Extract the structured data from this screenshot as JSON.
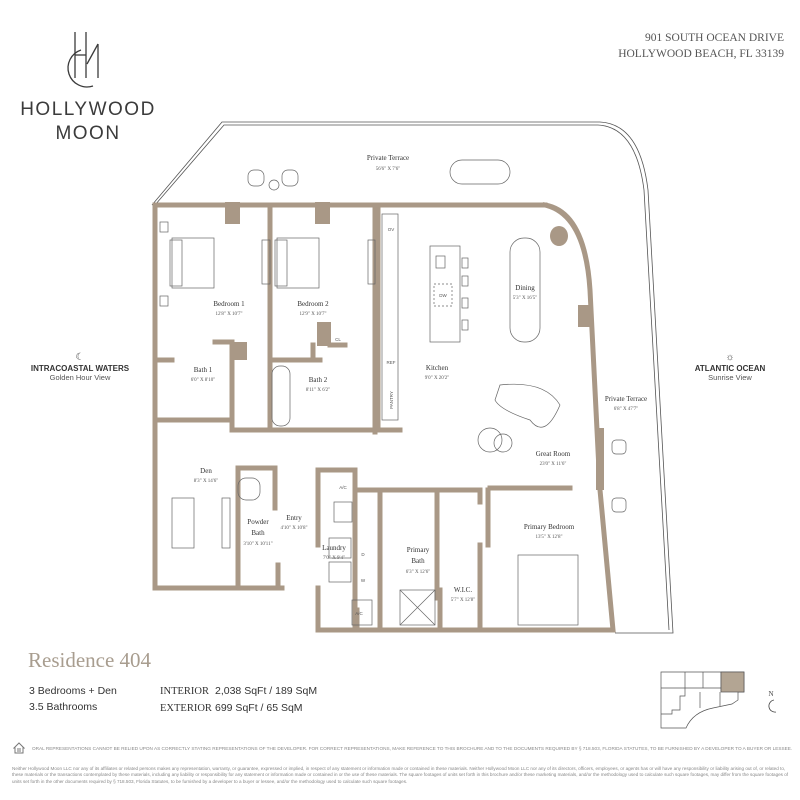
{
  "brand": {
    "name_line1": "HOLLYWOOD",
    "name_line2": "MOON",
    "monogram": "HM"
  },
  "address": {
    "line1": "901 SOUTH OCEAN DRIVE",
    "line2": "HOLLYWOOD BEACH, FL 33139"
  },
  "views": {
    "west": {
      "icon": "crescent-moon-icon",
      "title": "INTRACOASTAL WATERS",
      "subtitle": "Golden Hour View"
    },
    "east": {
      "icon": "sun-icon",
      "title": "ATLANTIC OCEAN",
      "subtitle": "Sunrise View"
    }
  },
  "rooms": {
    "terrace_top": {
      "name": "Private Terrace",
      "dims": "56'6\" X 7'6\""
    },
    "bedroom1": {
      "name": "Bedroom 1",
      "dims": "12'8\" X 10'7\""
    },
    "bedroom2": {
      "name": "Bedroom 2",
      "dims": "12'9\" X 10'7\""
    },
    "bath1": {
      "name": "Bath 1",
      "dims": "6'0\" X 8'10\""
    },
    "bath2": {
      "name": "Bath 2",
      "dims": "8'11\" X 6'2\""
    },
    "kitchen": {
      "name": "Kitchen",
      "dims": "9'0\" X 20'2\""
    },
    "dining": {
      "name": "Dining",
      "dims": "5'3\" X 16'5\""
    },
    "terrace_east": {
      "name": "Private Terrace",
      "dims": "6'8\" X 47'7\""
    },
    "great_room": {
      "name": "Great Room",
      "dims": "23'0\" X 11'6\""
    },
    "den": {
      "name": "Den",
      "dims": "8'3\" X 14'6\""
    },
    "powder_bath": {
      "name_line1": "Powder",
      "name_line2": "Bath",
      "dims": "3'10\" X 10'11\""
    },
    "entry": {
      "name": "Entry",
      "dims": "4'10\" X 10'8\""
    },
    "laundry": {
      "name": "Laundry",
      "dims": "7'0\" X 9'4\""
    },
    "primary_bath": {
      "name_line1": "Primary",
      "name_line2": "Bath",
      "dims": "6'3\" X 12'6\""
    },
    "wic": {
      "name": "W.I.C.",
      "dims": "5'7\" X 12'8\""
    },
    "primary_bedroom": {
      "name": "Primary Bedroom",
      "dims": "13'5\" X 12'8\""
    }
  },
  "appliances": {
    "oven": "OV",
    "dishwasher": "DW",
    "refrigerator": "REF",
    "pantry": "PANTRY",
    "closet": "CL",
    "ac1": "A/C",
    "ac2": "A/C",
    "dryer": "D",
    "washer": "W"
  },
  "residence": {
    "title": "Residence 404",
    "bedrooms": "3 Bedrooms + Den",
    "bathrooms": "3.5 Bathrooms",
    "interior_label": "INTERIOR",
    "interior_value": "2,038 SqFt / 189 SqM",
    "exterior_label": "EXTERIOR",
    "exterior_value": "699 SqFt / 65 SqM"
  },
  "keyplan": {
    "north_label": "N",
    "highlight_color": "#b3a593"
  },
  "colors": {
    "wall": "#a99886",
    "accent_title": "#a89d8f"
  },
  "disclaimer": {
    "line1": "ORAL REPRESENTATIONS CANNOT BE RELIED UPON AS CORRECTLY STATING REPRESENTATIONS OF THE DEVELOPER. FOR CORRECT REPRESENTATIONS, MAKE REFERENCE TO THIS BROCHURE AND TO THE DOCUMENTS REQUIRED BY § 718.503, FLORIDA STATUTES, TO BE FURNISHED BY A DEVELOPER TO A BUYER OR LESSEE.",
    "body": "Neither Hollywood Moon LLC nor any of its affiliates or related persons makes any representation, warranty, or guarantee, expressed or implied, in respect of any statement or information made or contained in these materials. Neither Hollywood Moon LLC nor any of its directors, officers, employees, or agents has or will have any responsibility or liability arising out of, or related to, these materials or the transactions contemplated by these materials, including any liability or responsibility for any statement or information made or contained in or the use of these materials. The square footages of units set forth in this brochure and/or these marketing materials, and/or the methodology used to calculate such square footages, may differ from the square footages of units set forth in the other documents required by § 718.503, Florida Statutes, to be furnished by a developer to a buyer or lessee, and/or the methodology used to calculate such square footages."
  }
}
